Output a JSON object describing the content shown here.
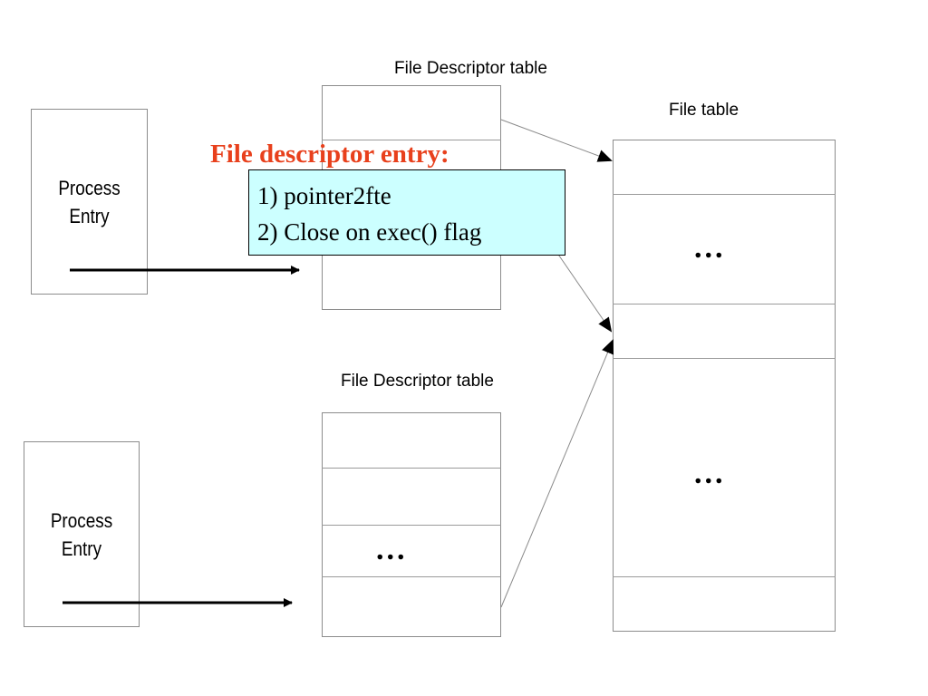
{
  "labels": {
    "fd_table_top": "File Descriptor table",
    "fd_table_bottom": "File Descriptor table",
    "file_table": "File table"
  },
  "process_top": {
    "line1": "Process",
    "line2": "Entry"
  },
  "process_bottom": {
    "line1": "Process",
    "line2": "Entry"
  },
  "ellipsis": "...",
  "note": {
    "title": "File descriptor entry:",
    "items": [
      "1) pointer2fte",
      "2) Close on exec() flag"
    ]
  }
}
